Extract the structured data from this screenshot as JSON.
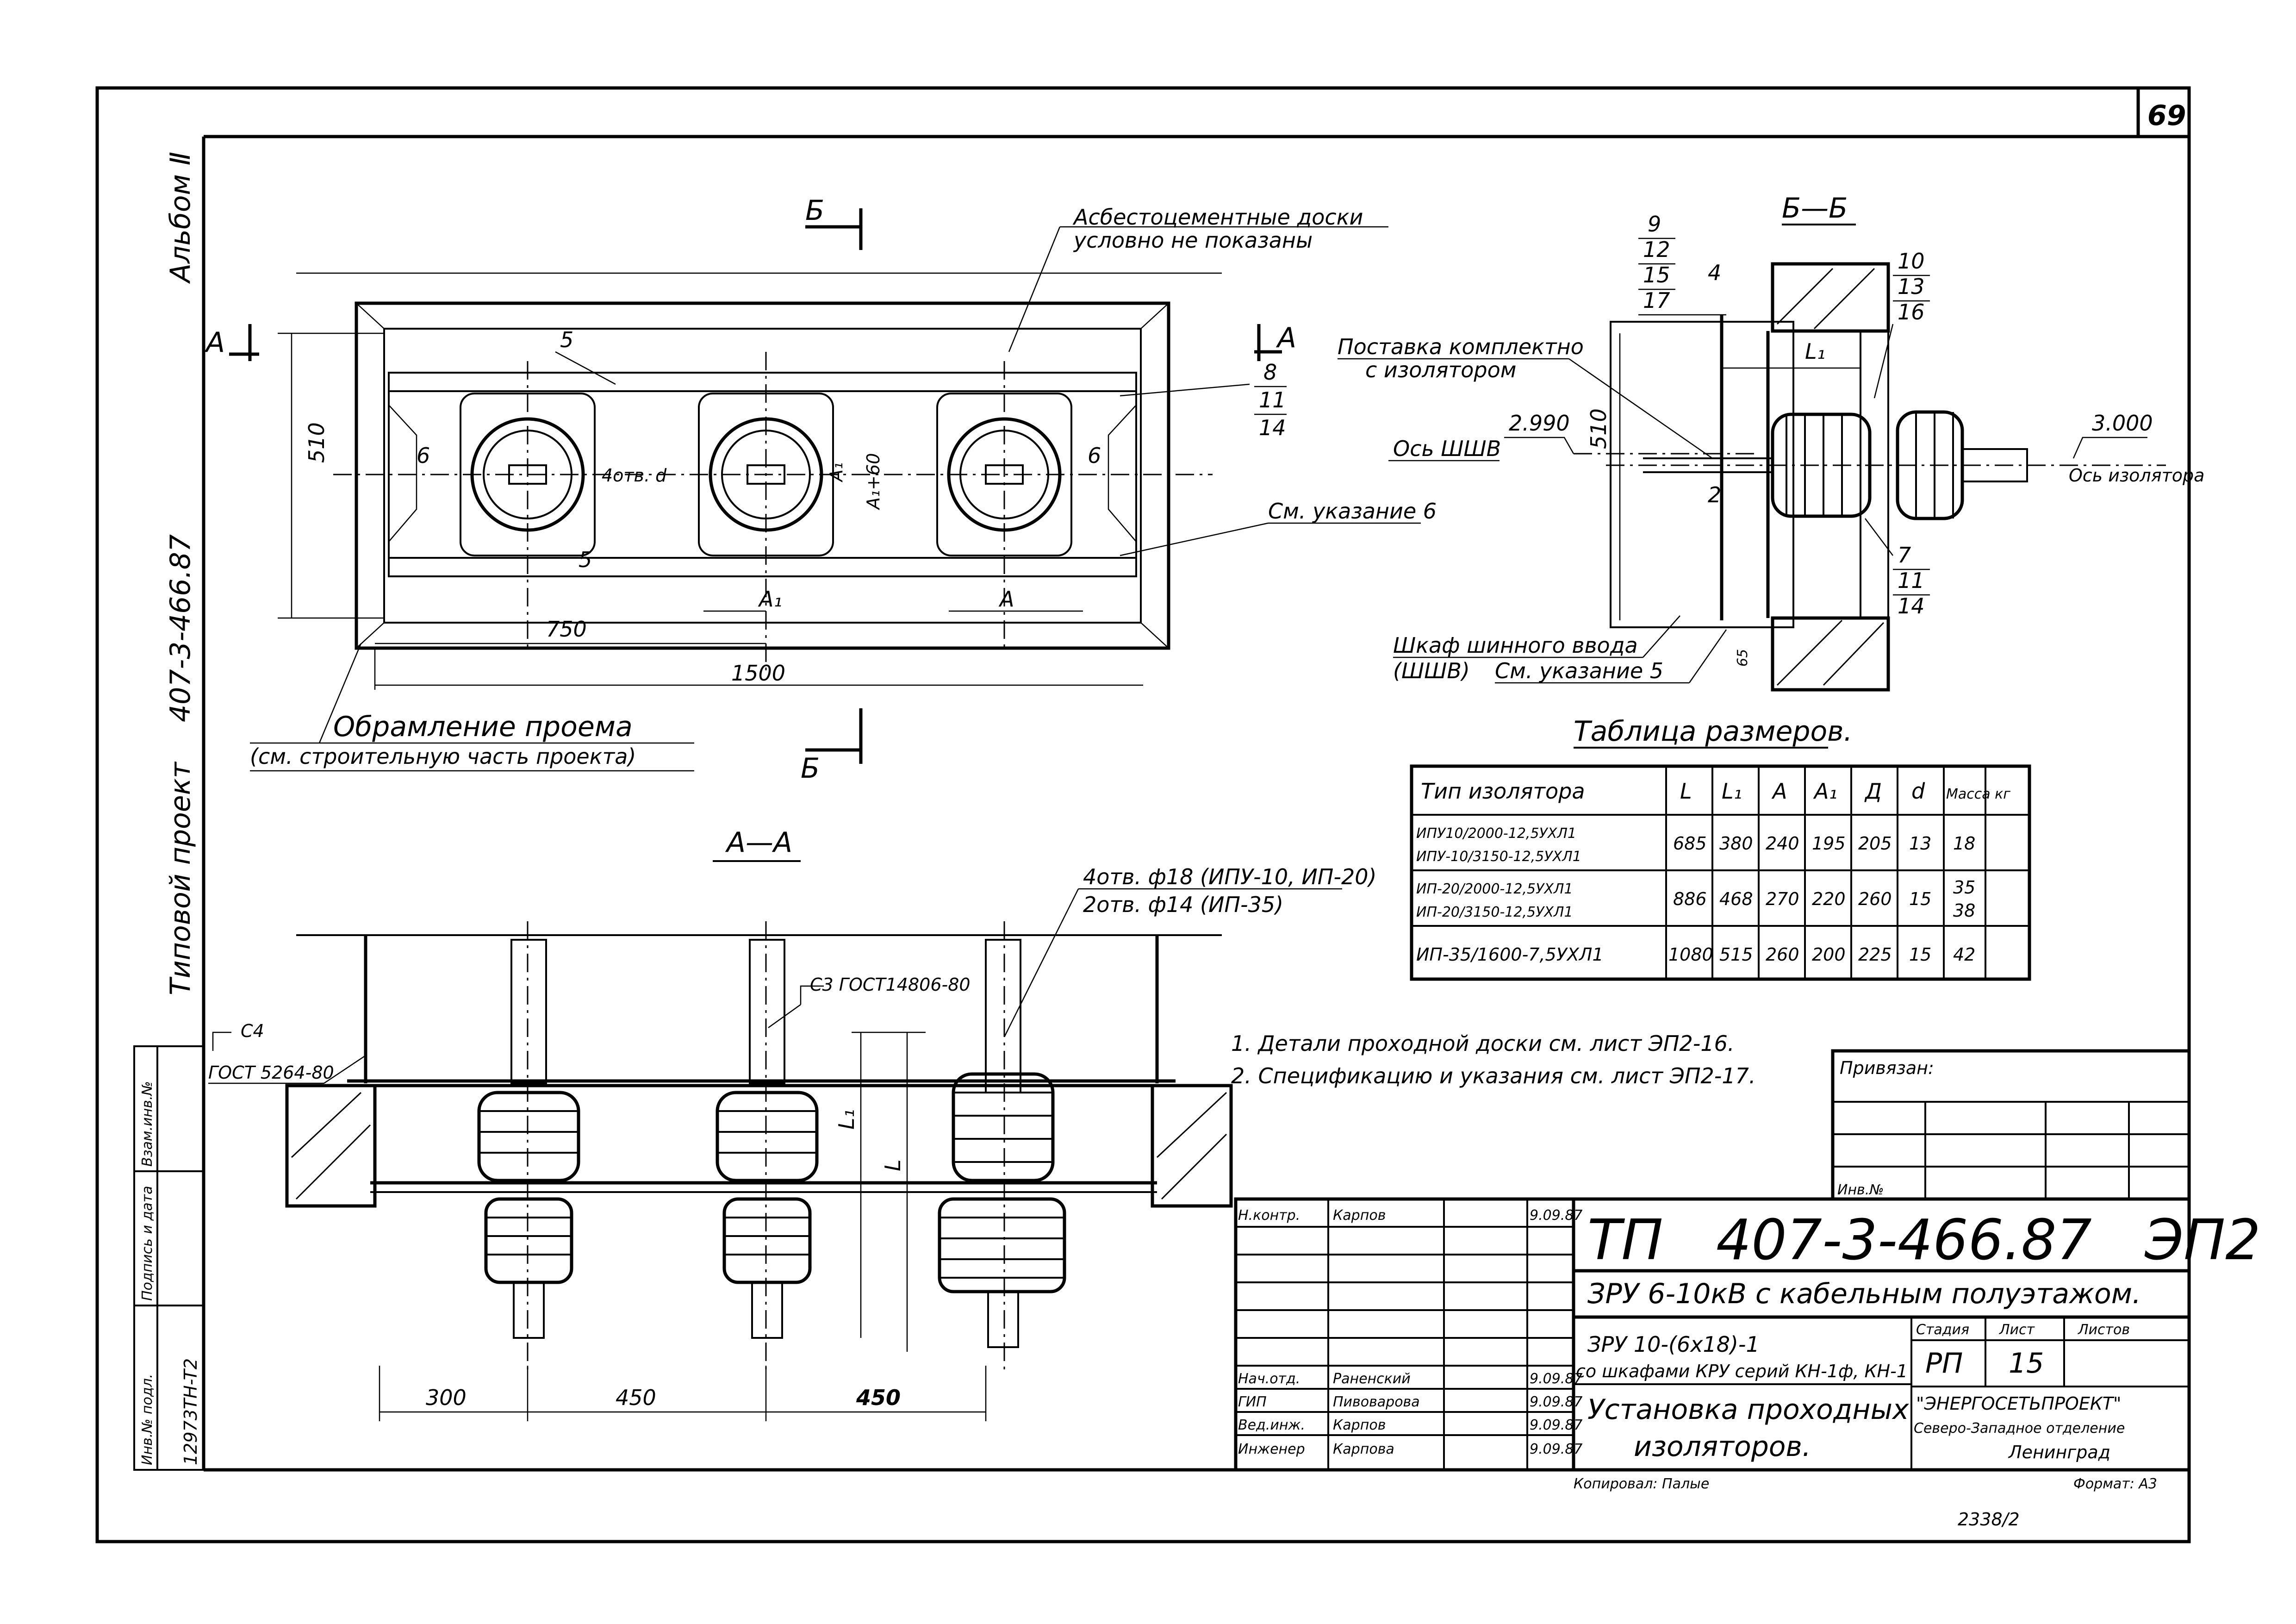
{
  "sheet": {
    "page_number": "69",
    "album": "Альбом Ⅱ",
    "project_code_vertical": "407-3-466.87",
    "project_type_vertical": "Типовой проект",
    "inventory_code": "12973TH-T2",
    "inventory_no_label": "Инв.№ подл.",
    "sign_date_label": "Подпись и дата",
    "replace_inv_label": "Взам.инв.№",
    "copied_by": "Копировал: Палые",
    "format": "Формат: А3",
    "bottom_code": "2338/2"
  },
  "plan_view": {
    "note_asbestos_1": "Асбестоцементные доски",
    "note_asbestos_2": "условно не показаны",
    "section_b": "Б",
    "section_a": "А",
    "dim_510": "510",
    "dim_750": "750",
    "dim_1500": "1500",
    "label_a1_60": "А₁+60",
    "label_a1": "А₁",
    "label_a": "А",
    "label_holes": "4отв. d",
    "pos_5": "5",
    "pos_6": "6",
    "pos_8": "8",
    "pos_11": "11",
    "pos_14": "14",
    "note_see_6": "См. указание 6",
    "note_frame_1": "Обрамление проема",
    "note_frame_2": "(см. строительную часть проекта)"
  },
  "section_bb": {
    "title": "Б—Б",
    "pos_9": "9",
    "pos_12": "12",
    "pos_15": "15",
    "pos_17": "17",
    "pos_4": "4",
    "pos_10": "10",
    "pos_13": "13",
    "pos_16": "16",
    "pos_7": "7",
    "pos_11": "11",
    "pos_14": "14",
    "pos_2": "2",
    "note_supply_1": "Поставка комплектно",
    "note_supply_2": "с изолятором",
    "level_left": "2.990",
    "level_right": "3.000",
    "axis_shwv": "Ось ШШВ",
    "axis_insulator": "Ось изолятора",
    "dim_l1": "L₁",
    "dim_510": "510",
    "dim_65": "65",
    "cabinet_1": "Шкаф шинного ввода",
    "cabinet_2": "(ШШВ)",
    "note_see_5": "См. указание 5"
  },
  "table": {
    "title": "Таблица размеров.",
    "headers": [
      "Тип изолятора",
      "L",
      "L₁",
      "А",
      "А₁",
      "Д",
      "d",
      "Масса кг"
    ],
    "rows": [
      {
        "type_1": "ИПУ10/2000-12,5УХЛ1",
        "type_2": "ИПУ-10/3150-12,5УХЛ1",
        "L": "685",
        "L1": "380",
        "A": "240",
        "A1": "195",
        "D": "205",
        "d": "13",
        "mass_1": "18",
        "mass_2": ""
      },
      {
        "type_1": "ИП-20/2000-12,5УХЛ1",
        "type_2": "ИП-20/3150-12,5УХЛ1",
        "L": "886",
        "L1": "468",
        "A": "270",
        "A1": "220",
        "D": "260",
        "d": "15",
        "mass_1": "35",
        "mass_2": "38"
      },
      {
        "type_1": "ИП-35/1600-7,5УХЛ1",
        "type_2": "",
        "L": "1080",
        "L1": "515",
        "A": "260",
        "A1": "200",
        "D": "225",
        "d": "15",
        "mass_1": "42",
        "mass_2": ""
      }
    ]
  },
  "section_aa": {
    "title": "А—А",
    "holes_1": "4отв. ф18 (ИПУ-10, ИП-20)",
    "holes_2": "2отв. ф14 (ИП-35)",
    "channel_c3": "С3 ГОСТ14806-80",
    "channel_c4": "С4",
    "gost_5264": "ГОСТ 5264-80",
    "dim_l1": "L₁",
    "dim_l": "L",
    "dim_300": "300",
    "dim_450a": "450",
    "dim_450b": "450"
  },
  "notes": [
    "1. Детали проходной доски см. лист ЭП2-16.",
    "2. Спецификацию и указания см. лист ЭП2-17."
  ],
  "stamp": {
    "bound_label": "Привязан:",
    "inv_label": "Инв.№",
    "designation": "ТП   407-3-466.87   ЭП2",
    "object": "ЗРУ 6-10кВ  с кабельным полуэтажом.",
    "scheme_1": "ЗРУ 10-(6х18)-1",
    "scheme_2": "со шкафами КРУ серий КН-1ф, КН-1",
    "title_1": "Установка проходных",
    "title_2": "изоляторов.",
    "stage_label": "Стадия",
    "sheet_label": "Лист",
    "sheets_label": "Листов",
    "stage": "РП",
    "sheet_no": "15",
    "org_1": "\"ЭНЕРГОСЕТЬПРОЕКТ\"",
    "org_2": "Северо-Западное отделение",
    "org_3": "Ленинград",
    "people": [
      {
        "role": "Н.контр.",
        "name": "Карпов",
        "date": "9.09.87"
      },
      {
        "role": "Нач.отд.",
        "name": "Раненский",
        "date": "9.09.87"
      },
      {
        "role": "ГИП",
        "name": "Пивоварова",
        "date": "9.09.87"
      },
      {
        "role": "Вед.инж.",
        "name": "Карпов",
        "date": "9.09.87"
      },
      {
        "role": "Инженер",
        "name": "Карпова",
        "date": "9.09.87"
      }
    ]
  }
}
